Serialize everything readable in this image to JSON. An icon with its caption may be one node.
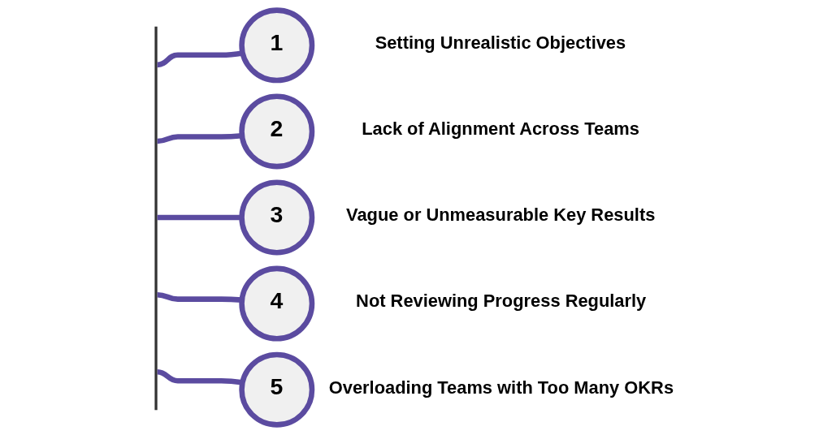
{
  "diagram": {
    "nodes": [
      {
        "text": [],
        "shape": "bar"
      },
      {
        "text": [
          "1"
        ],
        "beside": [
          "Setting Unrealistic Objectives"
        ]
      },
      {
        "text": [
          "2"
        ],
        "beside": [
          "Lack of Alignment Across Teams"
        ]
      },
      {
        "text": [
          "3"
        ],
        "beside": [
          "Vague or Unmeasurable Key Results"
        ]
      },
      {
        "text": [
          "4"
        ],
        "beside": [
          "Not Reviewing Progress Regularly"
        ]
      },
      {
        "text": [
          "5"
        ],
        "beside": [
          "Overloading Teams with Too Many OKRs"
        ]
      }
    ],
    "edges": [
      {
        "from": 0,
        "to": 1,
        "arrow": "none"
      },
      {
        "from": 0,
        "to": 2,
        "arrow": "none"
      },
      {
        "from": 0,
        "to": 3,
        "arrow": "none"
      },
      {
        "from": 0,
        "to": 4,
        "arrow": "none"
      },
      {
        "from": 0,
        "to": 5,
        "arrow": "none"
      }
    ]
  }
}
